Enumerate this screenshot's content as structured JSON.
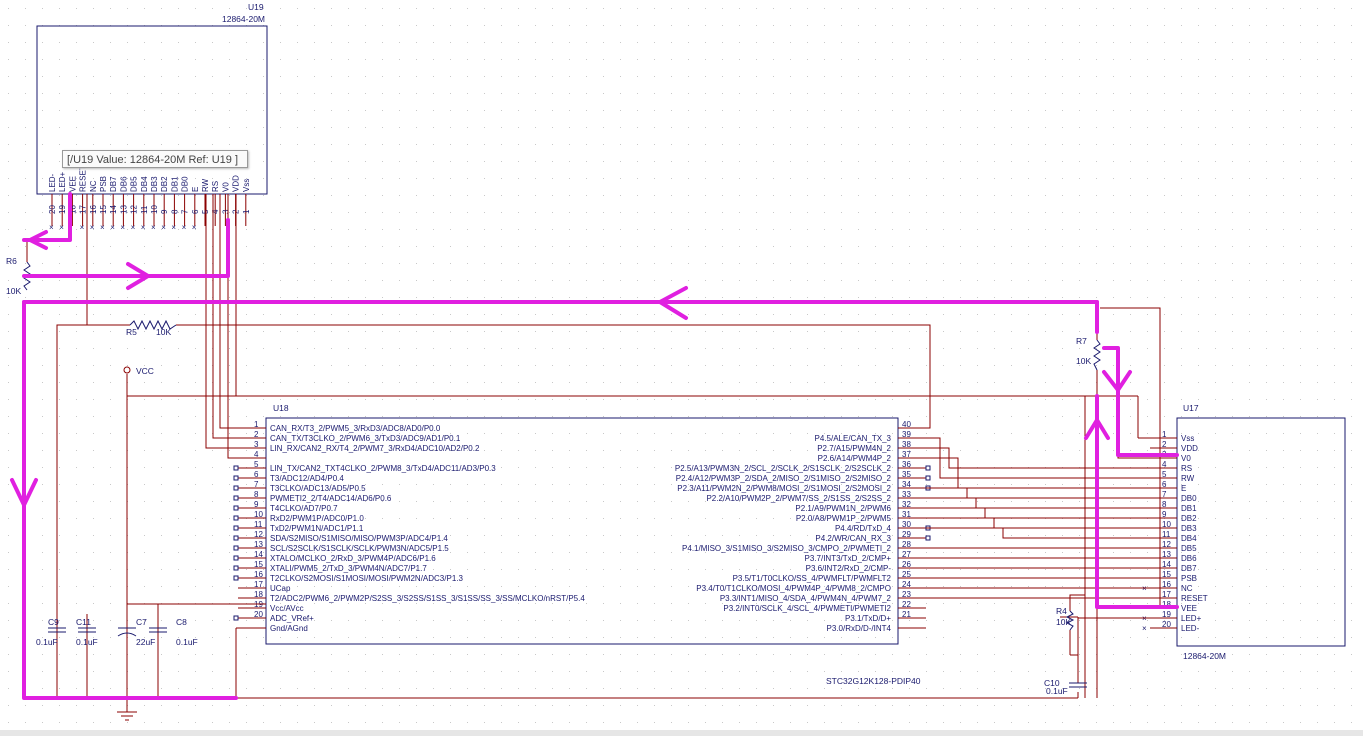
{
  "tooltip": "[/U19 Value: 12864-20M Ref: U19 ]",
  "u19": {
    "ref": "U19",
    "value": "12864-20M",
    "pins": [
      {
        "num": "20",
        "name": "LED-"
      },
      {
        "num": "19",
        "name": "LED+"
      },
      {
        "num": "18",
        "name": "VEE"
      },
      {
        "num": "17",
        "name": "RESET"
      },
      {
        "num": "16",
        "name": "NC"
      },
      {
        "num": "15",
        "name": "PSB"
      },
      {
        "num": "14",
        "name": "DB7"
      },
      {
        "num": "13",
        "name": "DB6"
      },
      {
        "num": "12",
        "name": "DB5"
      },
      {
        "num": "11",
        "name": "DB4"
      },
      {
        "num": "10",
        "name": "DB3"
      },
      {
        "num": "9",
        "name": "DB2"
      },
      {
        "num": "8",
        "name": "DB1"
      },
      {
        "num": "7",
        "name": "DB0"
      },
      {
        "num": "6",
        "name": "E"
      },
      {
        "num": "5",
        "name": "RW"
      },
      {
        "num": "4",
        "name": "RS"
      },
      {
        "num": "3",
        "name": "V0"
      },
      {
        "num": "2",
        "name": "VDD"
      },
      {
        "num": "1",
        "name": "Vss"
      }
    ]
  },
  "u18": {
    "ref": "U18",
    "value": "STC32G12K128-PDIP40",
    "left": [
      {
        "num": "1",
        "name": "CAN_RX/T3_2/PWM5_3/RxD3/ADC8/AD0/P0.0"
      },
      {
        "num": "2",
        "name": "CAN_TX/T3CLKO_2/PWM6_3/TxD3/ADC9/AD1/P0.1"
      },
      {
        "num": "3",
        "name": "LIN_RX/CAN2_RX/T4_2/PWM7_3/RxD4/ADC10/AD2/P0.2"
      },
      {
        "num": "4",
        "name": ""
      },
      {
        "num": "5",
        "name": "LIN_TX/CAN2_TXT4CLKO_2/PWM8_3/TxD4/ADC11/AD3/P0.3"
      },
      {
        "num": "6",
        "name": "T3/ADC12/AD4/P0.4"
      },
      {
        "num": "7",
        "name": "T3CLKO/ADC13/AD5/P0.5"
      },
      {
        "num": "8",
        "name": "PWMETI2_2/T4/ADC14/AD6/P0.6"
      },
      {
        "num": "9",
        "name": "T4CLKO/AD7/P0.7"
      },
      {
        "num": "10",
        "name": "RxD2/PWM1P/ADC0/P1.0"
      },
      {
        "num": "11",
        "name": "TxD2/PWM1N/ADC1/P1.1"
      },
      {
        "num": "12",
        "name": "SDA/S2MISO/S1MISO/MISO/PWM3P/ADC4/P1.4"
      },
      {
        "num": "13",
        "name": "SCL/S2SCLK/S1SCLK/SCLK/PWM3N/ADC5/P1.5"
      },
      {
        "num": "14",
        "name": "XTALO/MCLKO_2/RxD_3/PWM4P/ADC6/P1.6"
      },
      {
        "num": "15",
        "name": "XTALI/PWM5_2/TxD_3/PWM4N/ADC7/P1.7"
      },
      {
        "num": "16",
        "name": "T2CLKO/S2MOSI/S1MOSI/MOSI/PWM2N/ADC3/P1.3"
      },
      {
        "num": "17",
        "name": "UCap"
      },
      {
        "num": "18",
        "name": "T2/ADC2/PWM6_2/PWM2P/S2SS_3/S2SS/S1SS_3/S1SS/SS_3/SS/MCLKO/nRST/P5.4"
      },
      {
        "num": "19",
        "name": "Vcc/AVcc"
      },
      {
        "num": "20",
        "name": "ADC_VRef+"
      },
      {
        "num": "",
        "name": "Gnd/AGnd"
      }
    ],
    "right": [
      {
        "num": "40",
        "name": ""
      },
      {
        "num": "39",
        "name": "P4.5/ALE/CAN_TX_3"
      },
      {
        "num": "38",
        "name": "P2.7/A15/PWM4N_2"
      },
      {
        "num": "37",
        "name": "P2.6/A14/PWM4P_2"
      },
      {
        "num": "36",
        "name": "P2.5/A13/PWM3N_2/SCL_2/SCLK_2/S1SCLK_2/S2SCLK_2"
      },
      {
        "num": "35",
        "name": "P2.4/A12/PWM3P_2/SDA_2/MISO_2/S1MISO_2/S2MISO_2"
      },
      {
        "num": "34",
        "name": "P2.3/A11/PWM2N_2/PWM8/MOSI_2/S1MOSI_2/S2MOSI_2"
      },
      {
        "num": "33",
        "name": "P2.2/A10/PWM2P_2/PWM7/SS_2/S1SS_2/S2SS_2"
      },
      {
        "num": "32",
        "name": "P2.1/A9/PWM1N_2/PWM6"
      },
      {
        "num": "31",
        "name": "P2.0/A8/PWM1P_2/PWM5"
      },
      {
        "num": "30",
        "name": "P4.4/RD/TxD_4"
      },
      {
        "num": "29",
        "name": "P4.2/WR/CAN_RX_3"
      },
      {
        "num": "28",
        "name": "P4.1/MISO_3/S1MISO_3/S2MISO_3/CMPO_2/PWMETI_2"
      },
      {
        "num": "27",
        "name": "P3.7/INT3/TxD_2/CMP+"
      },
      {
        "num": "26",
        "name": "P3.6/INT2/RxD_2/CMP-"
      },
      {
        "num": "25",
        "name": "P3.5/T1/T0CLKO/SS_4/PWMFLT/PWMFLT2"
      },
      {
        "num": "24",
        "name": "P3.4/T0/T1CLKO/MOSI_4/PWM4P_4/PWM8_2/CMPO"
      },
      {
        "num": "23",
        "name": "P3.3/INT1/MISO_4/SDA_4/PWM4N_4/PWM7_2"
      },
      {
        "num": "22",
        "name": "P3.2/INT0/SCLK_4/SCL_4/PWMETI/PWMETI2"
      },
      {
        "num": "21",
        "name": "P3.1/TxD/D+"
      },
      {
        "num": "",
        "name": "P3.0/RxD/D-/INT4"
      }
    ]
  },
  "u17": {
    "ref": "U17",
    "value": "12864-20M",
    "pins": [
      {
        "num": "1",
        "name": "Vss"
      },
      {
        "num": "2",
        "name": "VDD"
      },
      {
        "num": "3",
        "name": "V0"
      },
      {
        "num": "4",
        "name": "RS"
      },
      {
        "num": "5",
        "name": "RW"
      },
      {
        "num": "6",
        "name": "E"
      },
      {
        "num": "7",
        "name": "DB0"
      },
      {
        "num": "8",
        "name": "DB1"
      },
      {
        "num": "9",
        "name": "DB2"
      },
      {
        "num": "10",
        "name": "DB3"
      },
      {
        "num": "11",
        "name": "DB4"
      },
      {
        "num": "12",
        "name": "DB5"
      },
      {
        "num": "13",
        "name": "DB6"
      },
      {
        "num": "14",
        "name": "DB7"
      },
      {
        "num": "15",
        "name": "PSB"
      },
      {
        "num": "16",
        "name": "NC"
      },
      {
        "num": "17",
        "name": "RESET"
      },
      {
        "num": "18",
        "name": "VEE"
      },
      {
        "num": "19",
        "name": "LED+"
      },
      {
        "num": "20",
        "name": "LED-"
      }
    ]
  },
  "parts": {
    "r6": {
      "ref": "R6",
      "value": "10K"
    },
    "r5": {
      "ref": "R5",
      "value": "10K"
    },
    "r7": {
      "ref": "R7",
      "value": "10K"
    },
    "r4": {
      "ref": "R4",
      "value": "10K"
    },
    "vcc": "VCC",
    "c9": {
      "ref": "C9",
      "value": "0.1uF"
    },
    "c11": {
      "ref": "C11",
      "value": "0.1uF"
    },
    "c7": {
      "ref": "C7",
      "value": "22uF"
    },
    "c8": {
      "ref": "C8",
      "value": "0.1uF"
    },
    "c10": {
      "ref": "C10",
      "value": "0.1uF"
    }
  },
  "colors": {
    "wire": "#8b0000",
    "body": "#1a1a6e",
    "annotation": "#e020e0"
  }
}
